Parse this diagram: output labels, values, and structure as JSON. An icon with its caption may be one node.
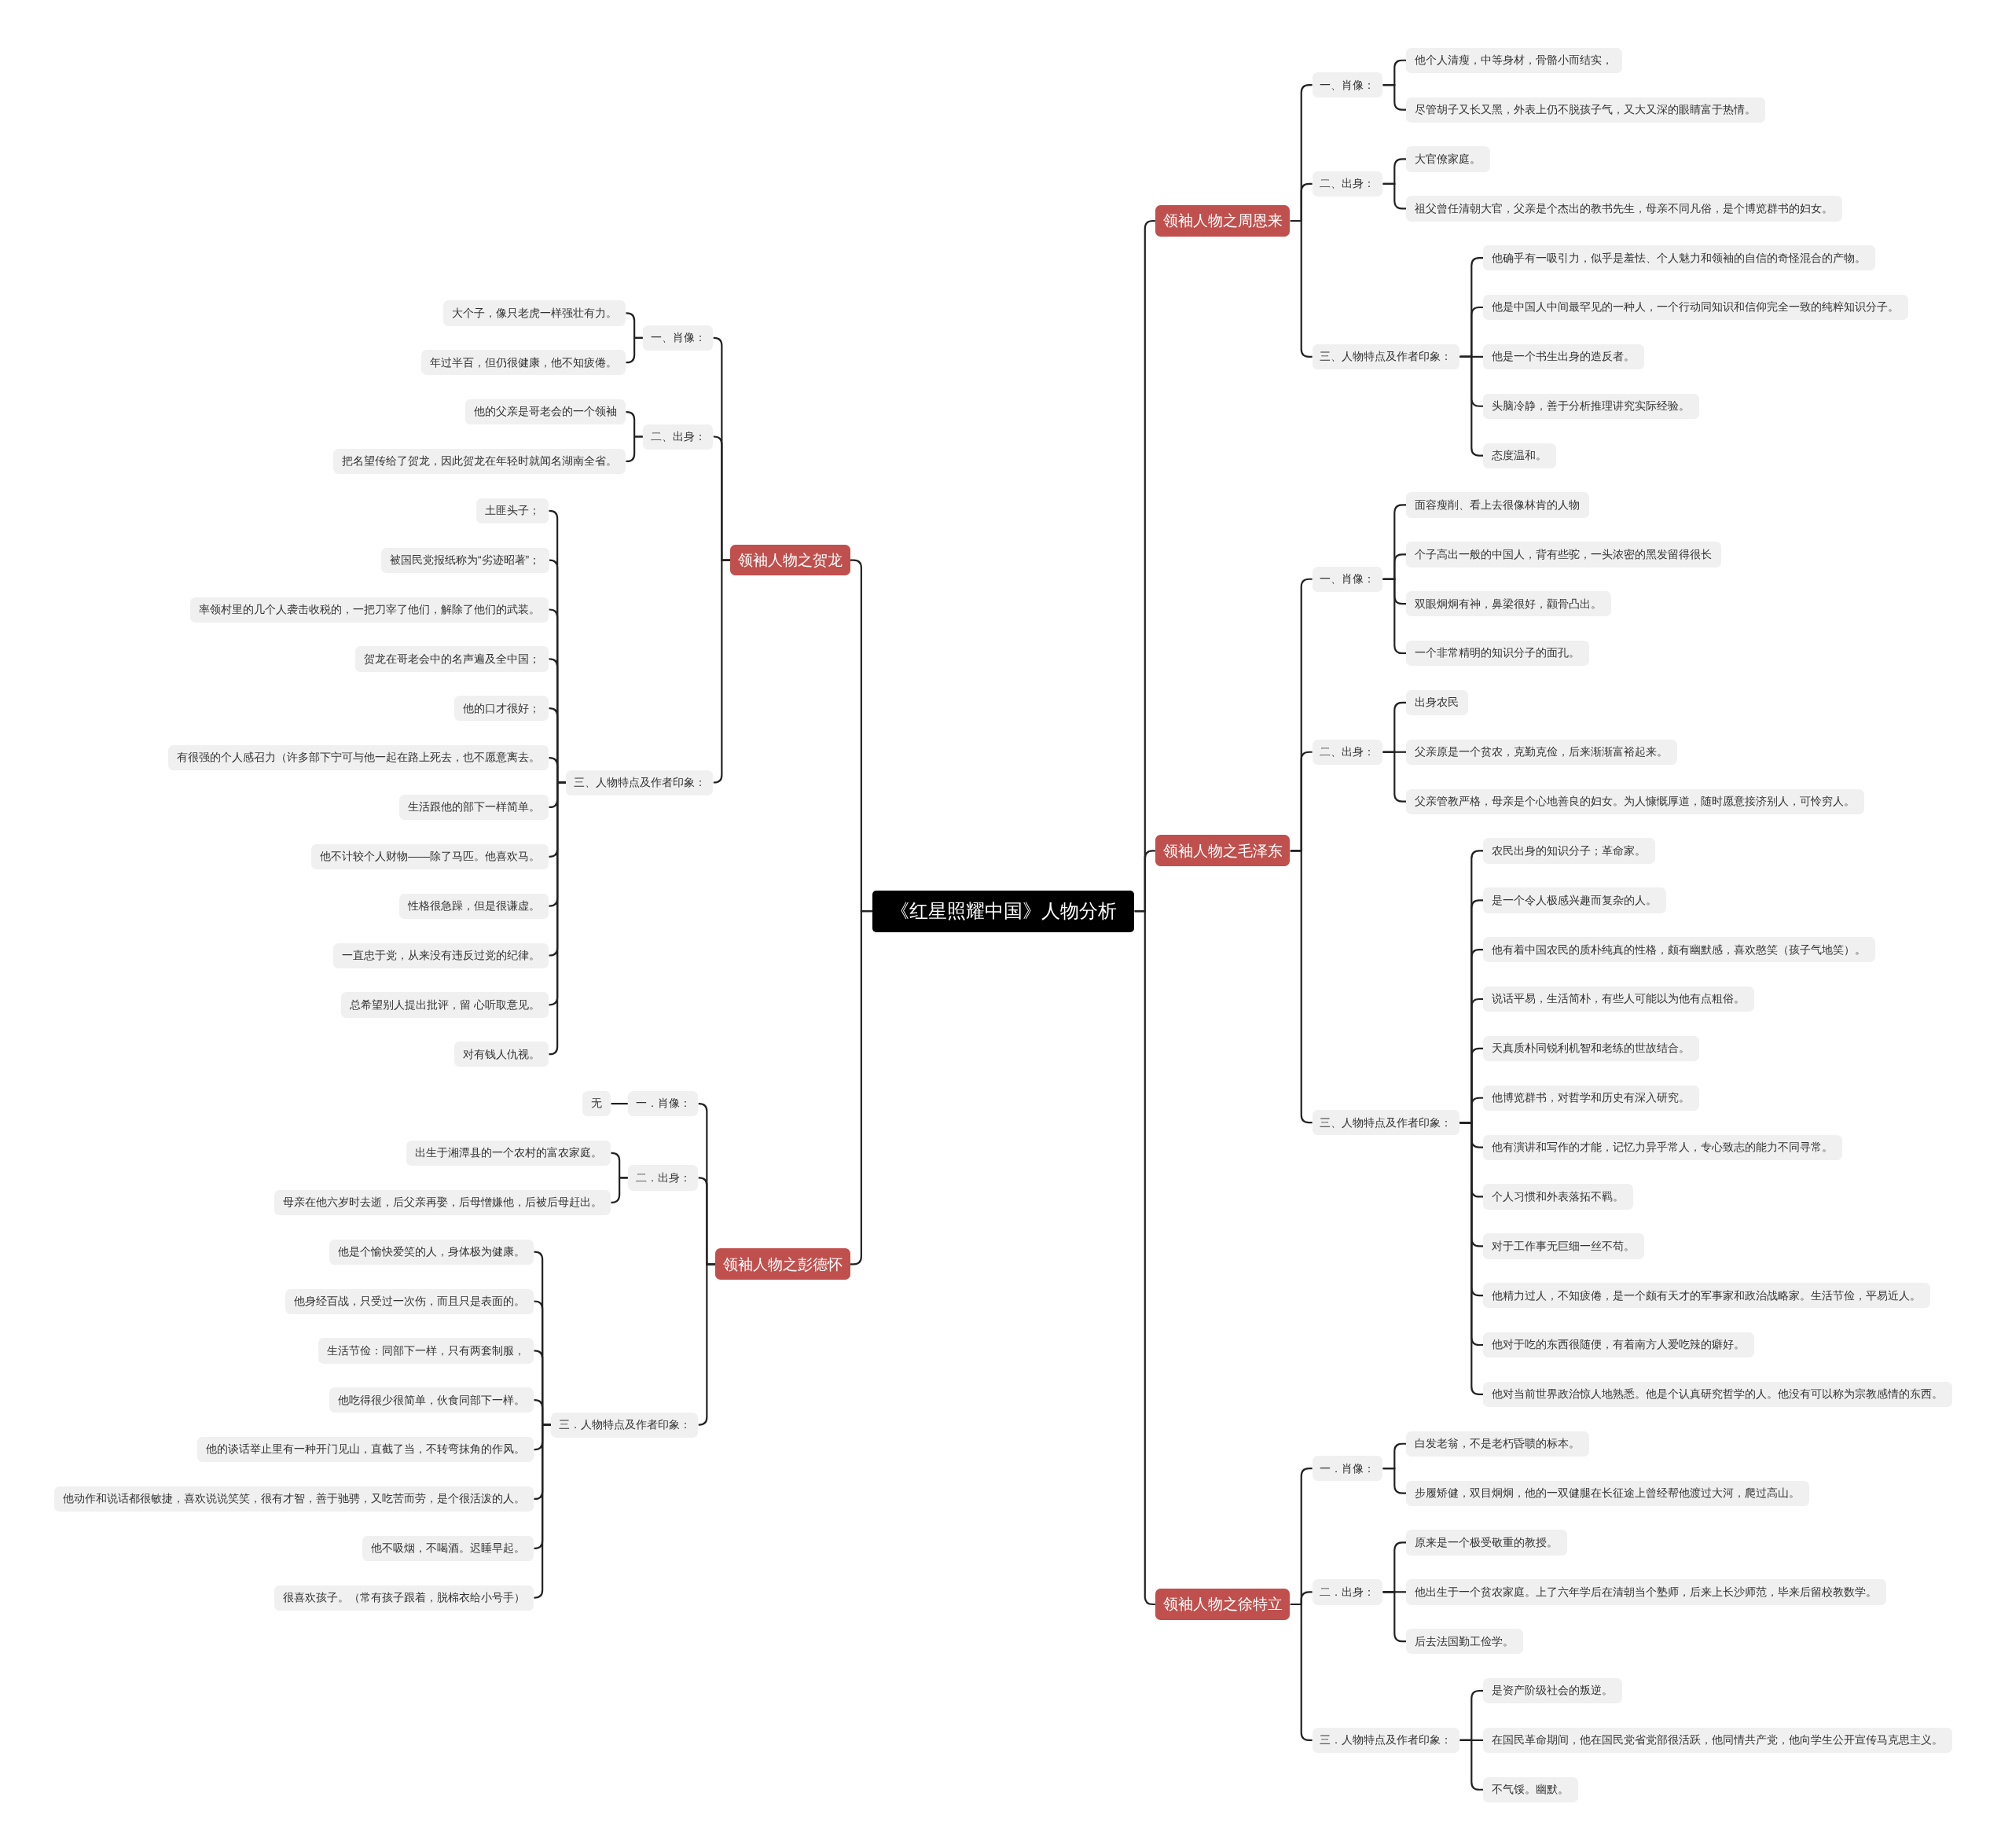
{
  "diagram": {
    "nodes": [
      {
        "text": [
          "《红星照耀中国》人物分析"
        ]
      },
      {
        "text": [
          "领袖人物之周恩来"
        ]
      },
      {
        "text": [
          "一、肖像："
        ]
      },
      {
        "text": [
          "他个人清瘦，中等身材，骨骼小而结实，"
        ]
      },
      {
        "text": [
          "尽管胡子又长又黑，外表上仍不脱孩子气，又大又深的眼睛富于热情。"
        ]
      },
      {
        "text": [
          "二、出身："
        ]
      },
      {
        "text": [
          "大官僚家庭。"
        ]
      },
      {
        "text": [
          "祖父曾任清朝大官，父亲是个杰出的教书先生，母亲不同凡俗，是个博览群书的妇女。"
        ]
      },
      {
        "text": [
          "三、人物特点及作者印象："
        ]
      },
      {
        "text": [
          "他确乎有一吸引力，似乎是羞怯、个人魅力和领袖的自信的奇怪混合的产物。"
        ]
      },
      {
        "text": [
          "他是中国人中间最罕见的一种人，一个行动同知识和信仰完全一致的纯粹知识分子。"
        ]
      },
      {
        "text": [
          "他是一个书生出身的造反者。"
        ]
      },
      {
        "text": [
          "头脑冷静，善于分析推理讲究实际经验。"
        ]
      },
      {
        "text": [
          "态度温和。"
        ]
      },
      {
        "text": [
          "领袖人物之毛泽东"
        ]
      },
      {
        "text": [
          "一、肖像："
        ]
      },
      {
        "text": [
          "面容瘦削、看上去很像林肯的人物"
        ]
      },
      {
        "text": [
          "个子高出一般的中国人，背有些驼，一头浓密的黑发留得很长"
        ]
      },
      {
        "text": [
          "双眼炯炯有神，鼻梁很好，颧骨凸出。"
        ]
      },
      {
        "text": [
          "一个非常精明的知识分子的面孔。"
        ]
      },
      {
        "text": [
          "二、出身："
        ]
      },
      {
        "text": [
          "出身农民"
        ]
      },
      {
        "text": [
          "父亲原是一个贫农，克勤克俭，后来渐渐富裕起来。"
        ]
      },
      {
        "text": [
          "父亲管教严格，母亲是个心地善良的妇女。为人慷慨厚道，随时愿意接济别人，可怜穷人。"
        ]
      },
      {
        "text": [
          "三、人物特点及作者印象："
        ]
      },
      {
        "text": [
          "农民出身的知识分子；革命家。"
        ]
      },
      {
        "text": [
          "是一个令人极感兴趣而复杂的人。"
        ]
      },
      {
        "text": [
          "他有着中国农民的质朴纯真的性格，颇有幽默感，喜欢憨笑（孩子气地笑）。"
        ]
      },
      {
        "text": [
          "说话平易，生活简朴，有些人可能以为他有点粗俗。"
        ]
      },
      {
        "text": [
          "天真质朴同锐利机智和老练的世故结合。"
        ]
      },
      {
        "text": [
          "他博览群书，对哲学和历史有深入研究。"
        ]
      },
      {
        "text": [
          "他有演讲和写作的才能，记忆力异乎常人，专心致志的能力不同寻常。"
        ]
      },
      {
        "text": [
          "个人习惯和外表落拓不羁。"
        ]
      },
      {
        "text": [
          "对于工作事无巨细一丝不苟。"
        ]
      },
      {
        "text": [
          "他精力过人，不知疲倦，是一个颇有天才的军事家和政治战略家。生活节俭，平易近人。"
        ]
      },
      {
        "text": [
          "他对于吃的东西很随便，有着南方人爱吃辣的癖好。"
        ]
      },
      {
        "text": [
          "他对当前世界政治惊人地熟悉。他是个认真研究哲学的人。他没有可以称为宗教感情的东西。"
        ]
      },
      {
        "text": [
          "领袖人物之徐特立"
        ]
      },
      {
        "text": [
          "一．肖像："
        ]
      },
      {
        "text": [
          "白发老翁，不是老朽昏聩的标本。"
        ]
      },
      {
        "text": [
          "步履矫健，双目炯炯，他的一双健腿在长征途上曾经帮他渡过大河，爬过高山。"
        ]
      },
      {
        "text": [
          "二．出身："
        ]
      },
      {
        "text": [
          "原来是一个极受敬重的教授。"
        ]
      },
      {
        "text": [
          "他出生于一个贫农家庭。上了六年学后在清朝当个塾师，后来上长沙师范，毕来后留校教数学。"
        ]
      },
      {
        "text": [
          "后去法国勤工俭学。"
        ]
      },
      {
        "text": [
          "三．人物特点及作者印象："
        ]
      },
      {
        "text": [
          "是资产阶级社会的叛逆。"
        ]
      },
      {
        "text": [
          "在国民革命期间，他在国民党省党部很活跃，他同情共产党，他向学生公开宣传马克思主义。"
        ]
      },
      {
        "text": [
          "不气馁。幽默。"
        ]
      },
      {
        "text": [
          "领袖人物之贺龙"
        ]
      },
      {
        "text": [
          "一、肖像："
        ]
      },
      {
        "text": [
          "大个子，像只老虎一样强壮有力。"
        ]
      },
      {
        "text": [
          "年过半百，但仍很健康，他不知疲倦。"
        ]
      },
      {
        "text": [
          "二、出身："
        ]
      },
      {
        "text": [
          "他的父亲是哥老会的一个领袖"
        ]
      },
      {
        "text": [
          "把名望传给了贺龙，因此贺龙在年轻时就闻名湖南全省。"
        ]
      },
      {
        "text": [
          "三、人物特点及作者印象："
        ]
      },
      {
        "text": [
          "土匪头子；"
        ]
      },
      {
        "text": [
          "被国民党报纸称为“劣迹昭著”；"
        ]
      },
      {
        "text": [
          "率领村里的几个人袭击收税的，一把刀宰了他们，解除了他们的武装。"
        ]
      },
      {
        "text": [
          "贺龙在哥老会中的名声遍及全中国；"
        ]
      },
      {
        "text": [
          "他的口才很好；"
        ]
      },
      {
        "text": [
          "有很强的个人感召力（许多部下宁可与他一起在路上死去，也不愿意离去。"
        ]
      },
      {
        "text": [
          "生活跟他的部下一样简单。"
        ]
      },
      {
        "text": [
          "他不计较个人财物——除了马匹。他喜欢马。"
        ]
      },
      {
        "text": [
          "性格很急躁，但是很谦虚。"
        ]
      },
      {
        "text": [
          "一直忠于党，从来没有违反过党的纪律。"
        ]
      },
      {
        "text": [
          "总希望别人提出批评，留 心听取意见。"
        ]
      },
      {
        "text": [
          "对有钱人仇视。"
        ]
      },
      {
        "text": [
          "领袖人物之彭德怀"
        ]
      },
      {
        "text": [
          "一．肖像："
        ]
      },
      {
        "text": [
          "无"
        ]
      },
      {
        "text": [
          "二．出身："
        ]
      },
      {
        "text": [
          "出生于湘潭县的一个农村的富农家庭。"
        ]
      },
      {
        "text": [
          "母亲在他六岁时去逝，后父亲再娶，后母憎嫌他，后被后母赶出。"
        ]
      },
      {
        "text": [
          "三．人物特点及作者印象："
        ]
      },
      {
        "text": [
          "他是个愉快爱笑的人，身体极为健康。"
        ]
      },
      {
        "text": [
          "他身经百战，只受过一次伤，而且只是表面的。"
        ]
      },
      {
        "text": [
          "生活节俭：同部下一样，只有两套制服，"
        ]
      },
      {
        "text": [
          "他吃得很少很简单，伙食同部下一样。"
        ]
      },
      {
        "text": [
          "他的谈话举止里有一种开门见山，直截了当，不转弯抹角的作风。"
        ]
      },
      {
        "text": [
          "他动作和说话都很敏捷，喜欢说说笑笑，很有才智，善于驰骋，又吃苦而劳，是个很活泼的人。"
        ]
      },
      {
        "text": [
          "他不吸烟，不喝酒。迟睡早起。"
        ]
      },
      {
        "text": [
          "很喜欢孩子。（常有孩子跟着，脱棉衣给小号手）"
        ]
      }
    ],
    "edges": [
      {
        "from": 0,
        "to": 1,
        "arrow": "none"
      },
      {
        "from": 0,
        "to": 14,
        "arrow": "none"
      },
      {
        "from": 0,
        "to": 37,
        "arrow": "none"
      },
      {
        "from": 0,
        "to": 49,
        "arrow": "none"
      },
      {
        "from": 0,
        "to": 69,
        "arrow": "none"
      },
      {
        "from": 1,
        "to": 2,
        "arrow": "none"
      },
      {
        "from": 1,
        "to": 5,
        "arrow": "none"
      },
      {
        "from": 1,
        "to": 8,
        "arrow": "none"
      },
      {
        "from": 2,
        "to": 3,
        "arrow": "none"
      },
      {
        "from": 2,
        "to": 4,
        "arrow": "none"
      },
      {
        "from": 5,
        "to": 6,
        "arrow": "none"
      },
      {
        "from": 5,
        "to": 7,
        "arrow": "none"
      },
      {
        "from": 8,
        "to": 9,
        "arrow": "none"
      },
      {
        "from": 8,
        "to": 10,
        "arrow": "none"
      },
      {
        "from": 8,
        "to": 11,
        "arrow": "none"
      },
      {
        "from": 8,
        "to": 12,
        "arrow": "none"
      },
      {
        "from": 8,
        "to": 13,
        "arrow": "none"
      },
      {
        "from": 14,
        "to": 15,
        "arrow": "none"
      },
      {
        "from": 14,
        "to": 20,
        "arrow": "none"
      },
      {
        "from": 14,
        "to": 24,
        "arrow": "none"
      },
      {
        "from": 15,
        "to": 16,
        "arrow": "none"
      },
      {
        "from": 15,
        "to": 17,
        "arrow": "none"
      },
      {
        "from": 15,
        "to": 18,
        "arrow": "none"
      },
      {
        "from": 15,
        "to": 19,
        "arrow": "none"
      },
      {
        "from": 20,
        "to": 21,
        "arrow": "none"
      },
      {
        "from": 20,
        "to": 22,
        "arrow": "none"
      },
      {
        "from": 20,
        "to": 23,
        "arrow": "none"
      },
      {
        "from": 24,
        "to": 25,
        "arrow": "none"
      },
      {
        "from": 24,
        "to": 26,
        "arrow": "none"
      },
      {
        "from": 24,
        "to": 27,
        "arrow": "none"
      },
      {
        "from": 24,
        "to": 28,
        "arrow": "none"
      },
      {
        "from": 24,
        "to": 29,
        "arrow": "none"
      },
      {
        "from": 24,
        "to": 30,
        "arrow": "none"
      },
      {
        "from": 24,
        "to": 31,
        "arrow": "none"
      },
      {
        "from": 24,
        "to": 32,
        "arrow": "none"
      },
      {
        "from": 24,
        "to": 33,
        "arrow": "none"
      },
      {
        "from": 24,
        "to": 34,
        "arrow": "none"
      },
      {
        "from": 24,
        "to": 35,
        "arrow": "none"
      },
      {
        "from": 24,
        "to": 36,
        "arrow": "none"
      },
      {
        "from": 37,
        "to": 38,
        "arrow": "none"
      },
      {
        "from": 37,
        "to": 41,
        "arrow": "none"
      },
      {
        "from": 37,
        "to": 45,
        "arrow": "none"
      },
      {
        "from": 38,
        "to": 39,
        "arrow": "none"
      },
      {
        "from": 38,
        "to": 40,
        "arrow": "none"
      },
      {
        "from": 41,
        "to": 42,
        "arrow": "none"
      },
      {
        "from": 41,
        "to": 43,
        "arrow": "none"
      },
      {
        "from": 41,
        "to": 44,
        "arrow": "none"
      },
      {
        "from": 45,
        "to": 46,
        "arrow": "none"
      },
      {
        "from": 45,
        "to": 47,
        "arrow": "none"
      },
      {
        "from": 45,
        "to": 48,
        "arrow": "none"
      },
      {
        "from": 49,
        "to": 50,
        "arrow": "none"
      },
      {
        "from": 49,
        "to": 53,
        "arrow": "none"
      },
      {
        "from": 49,
        "to": 56,
        "arrow": "none"
      },
      {
        "from": 50,
        "to": 51,
        "arrow": "none"
      },
      {
        "from": 50,
        "to": 52,
        "arrow": "none"
      },
      {
        "from": 53,
        "to": 54,
        "arrow": "none"
      },
      {
        "from": 53,
        "to": 55,
        "arrow": "none"
      },
      {
        "from": 56,
        "to": 57,
        "arrow": "none"
      },
      {
        "from": 56,
        "to": 58,
        "arrow": "none"
      },
      {
        "from": 56,
        "to": 59,
        "arrow": "none"
      },
      {
        "from": 56,
        "to": 60,
        "arrow": "none"
      },
      {
        "from": 56,
        "to": 61,
        "arrow": "none"
      },
      {
        "from": 56,
        "to": 62,
        "arrow": "none"
      },
      {
        "from": 56,
        "to": 63,
        "arrow": "none"
      },
      {
        "from": 56,
        "to": 64,
        "arrow": "none"
      },
      {
        "from": 56,
        "to": 65,
        "arrow": "none"
      },
      {
        "from": 56,
        "to": 66,
        "arrow": "none"
      },
      {
        "from": 56,
        "to": 67,
        "arrow": "none"
      },
      {
        "from": 56,
        "to": 68,
        "arrow": "none"
      },
      {
        "from": 69,
        "to": 70,
        "arrow": "none"
      },
      {
        "from": 69,
        "to": 72,
        "arrow": "none"
      },
      {
        "from": 69,
        "to": 75,
        "arrow": "none"
      },
      {
        "from": 70,
        "to": 71,
        "arrow": "none"
      },
      {
        "from": 72,
        "to": 73,
        "arrow": "none"
      },
      {
        "from": 72,
        "to": 74,
        "arrow": "none"
      },
      {
        "from": 75,
        "to": 76,
        "arrow": "none"
      },
      {
        "from": 75,
        "to": 77,
        "arrow": "none"
      },
      {
        "from": 75,
        "to": 78,
        "arrow": "none"
      },
      {
        "from": 75,
        "to": 79,
        "arrow": "none"
      },
      {
        "from": 75,
        "to": 80,
        "arrow": "none"
      },
      {
        "from": 75,
        "to": 81,
        "arrow": "none"
      },
      {
        "from": 75,
        "to": 82,
        "arrow": "none"
      },
      {
        "from": 75,
        "to": 83,
        "arrow": "none"
      }
    ]
  }
}
